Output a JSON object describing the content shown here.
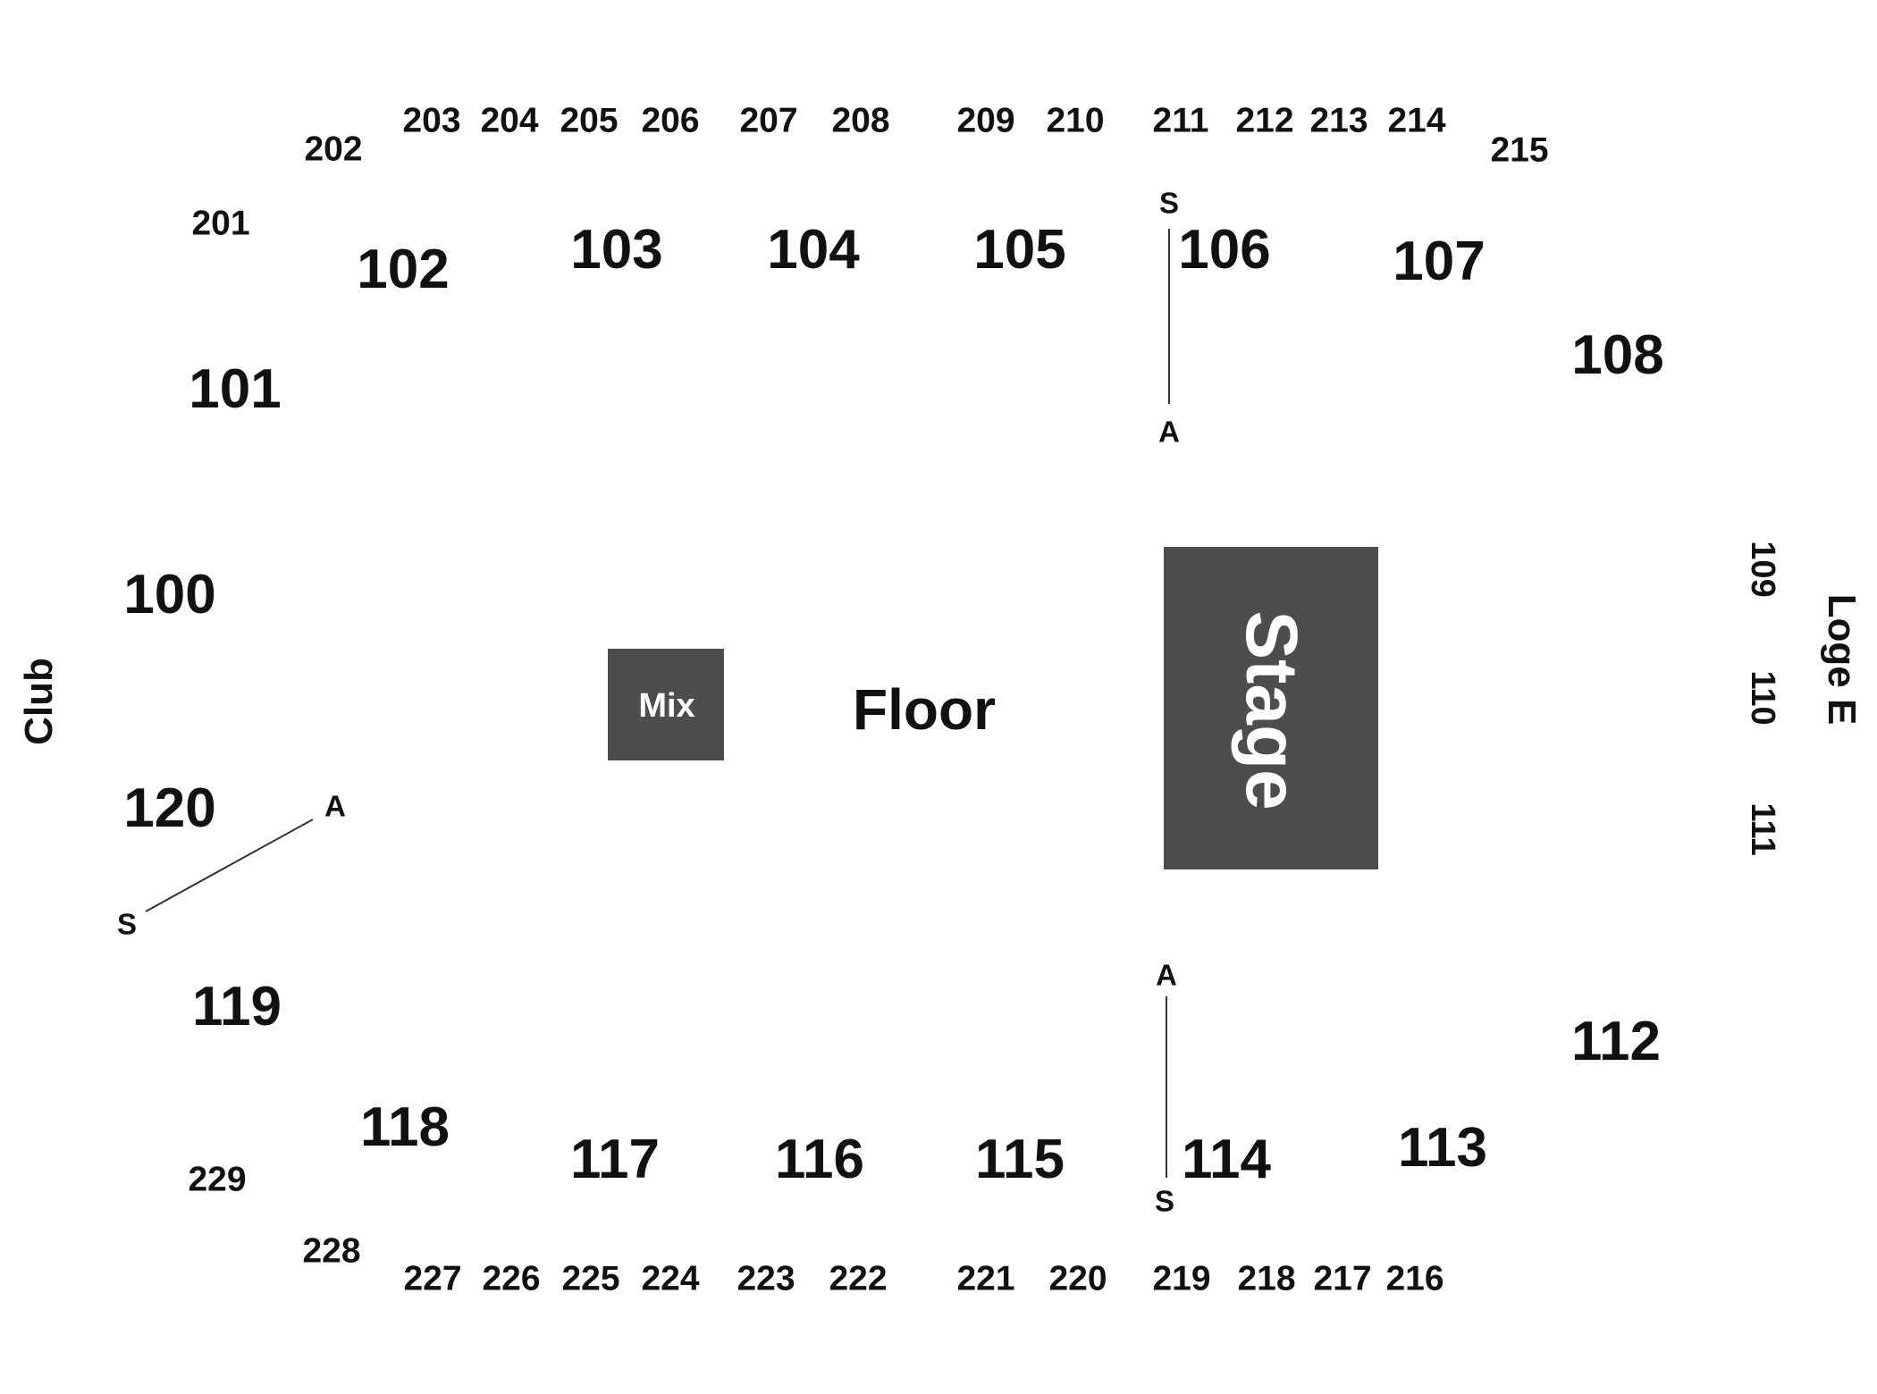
{
  "venue_labels": {
    "club": "Club",
    "loge": "Loge E",
    "floor": "Floor",
    "stage": "Stage",
    "mix": "Mix"
  },
  "lower_sections": [
    "100",
    "101",
    "102",
    "103",
    "104",
    "105",
    "106",
    "107",
    "108",
    "109",
    "110",
    "111",
    "112",
    "113",
    "114",
    "115",
    "116",
    "117",
    "118",
    "119",
    "120"
  ],
  "upper_sections": [
    "201",
    "202",
    "203",
    "204",
    "205",
    "206",
    "207",
    "208",
    "209",
    "210",
    "211",
    "212",
    "213",
    "214",
    "215",
    "216",
    "217",
    "218",
    "219",
    "220",
    "221",
    "222",
    "223",
    "224",
    "225",
    "226",
    "227",
    "228",
    "229"
  ],
  "markers": {
    "s": "S",
    "a": "A"
  },
  "colors": {
    "stage_fill": "#4d4d4d",
    "mix_fill": "#4d4d4d",
    "text": "#111111",
    "background": "#ffffff"
  }
}
